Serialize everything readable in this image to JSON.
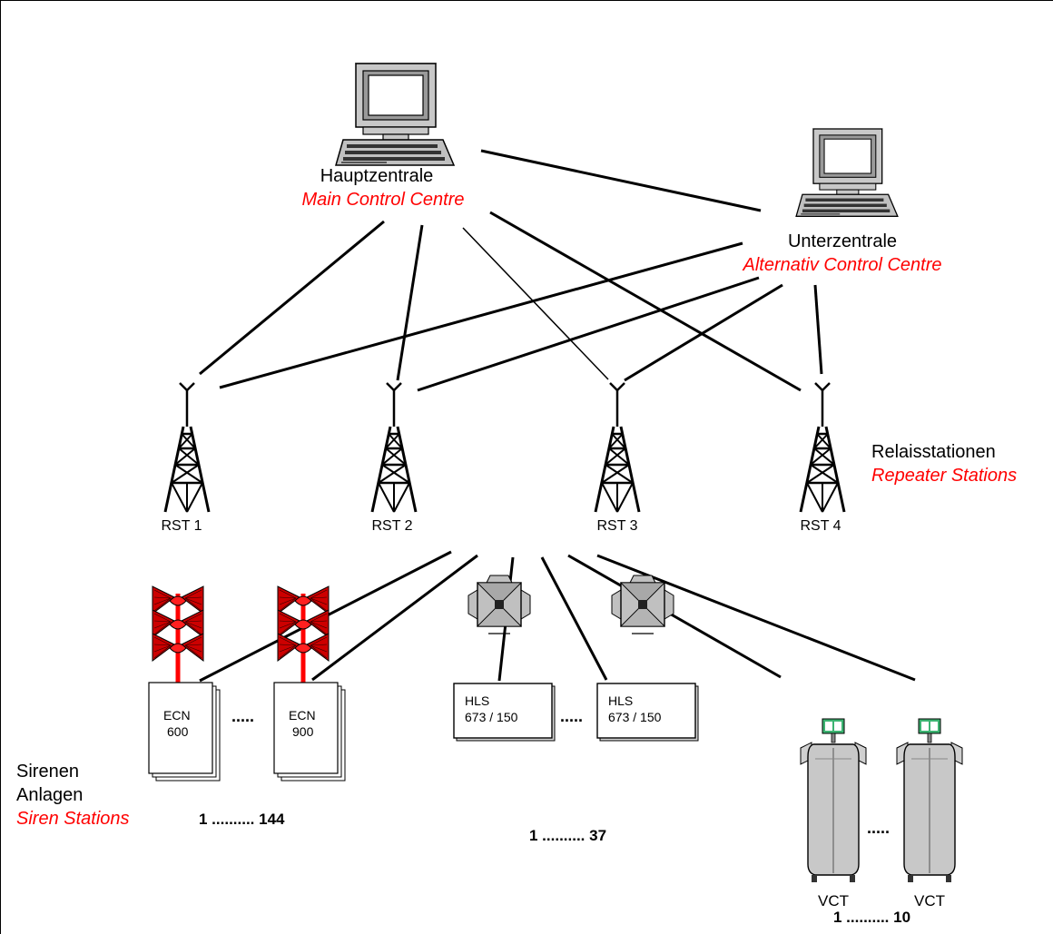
{
  "main_centre": {
    "de": "Hauptzentrale",
    "en": "Main Control Centre"
  },
  "alt_centre": {
    "de": "Unterzentrale",
    "en": "Alternativ Control Centre"
  },
  "repeaters": {
    "de": "Relaisstationen",
    "en": "Repeater Stations",
    "items": [
      "RST 1",
      "RST 2",
      "RST 3",
      "RST 4"
    ]
  },
  "sirens": {
    "de_line1": "Sirenen",
    "de_line2": "Anlagen",
    "en": "Siren Stations",
    "ecn": [
      {
        "l1": "ECN",
        "l2": "600"
      },
      {
        "l1": "ECN",
        "l2": "900"
      }
    ],
    "ecn_dots": ".....",
    "ecn_count": "1 .......... 144",
    "hls": [
      {
        "l1": "HLS",
        "l2": "673 / 150"
      },
      {
        "l1": "HLS",
        "l2": "673 / 150"
      }
    ],
    "hls_dots": ".....",
    "hls_count": "1 .......... 37",
    "vct": [
      "VCT",
      "VCT"
    ],
    "vct_dots": ".....",
    "vct_count": "1 .......... 10"
  },
  "colors": {
    "accent": "#ff0000",
    "line": "#000000",
    "device": "#c0c0c0"
  }
}
